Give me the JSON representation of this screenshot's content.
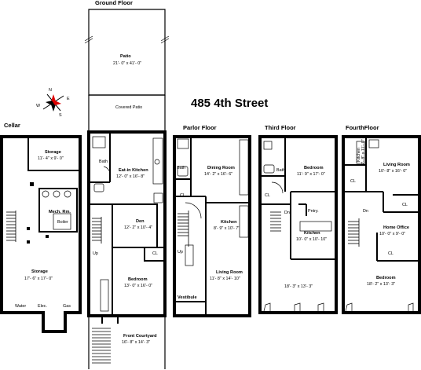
{
  "title": "485 4th Street",
  "compass": {
    "n": "N",
    "s": "S",
    "e": "E",
    "w": "W"
  },
  "ground_floor": {
    "title": "Ground Floor",
    "patio": {
      "name": "Patio",
      "dims": "21'- 0\" x 41'- 0\""
    },
    "covered_patio": "Covered Patio",
    "bath": "Bath",
    "eat_in_kitchen": {
      "name": "Eat-in Kitchen",
      "dims": "12'- 0\" x 16'- 8\""
    },
    "den": {
      "name": "Den",
      "dims": "12'- 2\" x 10'- 4\""
    },
    "bedroom": {
      "name": "Bedroom",
      "dims": "13'- 0\" x 16'- 0\""
    },
    "cl": "CL",
    "up": "Up",
    "front_courtyard": {
      "name": "Front Courtyard",
      "dims": "16'- 8\" x 14'- 3\""
    }
  },
  "cellar": {
    "title": "Cellar",
    "storage_top": {
      "name": "Storage",
      "dims": "11'- 4\" x 9'- 0\""
    },
    "mech": "Mech. Rm.",
    "boiler": "Boiler",
    "storage_main": {
      "name": "Storage",
      "dims": "17'- 6\" x 17'- 0\""
    },
    "water": "Water",
    "elec": "Elec.",
    "gas": "Gas"
  },
  "parlor_floor": {
    "title": "Parlor Floor",
    "bath": "Bath",
    "dining": {
      "name": "Dining Room",
      "dims": "14'- 2\" x 16'- 6\""
    },
    "cl": "CL",
    "kitchen": {
      "name": "Kitchen",
      "dims": "8'- 9\" x 10'- 7\""
    },
    "living": {
      "name": "Living Room",
      "dims": "11'- 8\" x 14'- 10\""
    },
    "up": "Up",
    "vestibule": "Vestibule"
  },
  "third_floor": {
    "title": "Third Floor",
    "bath": "Bath",
    "bedroom_top": {
      "name": "Bedroom",
      "dims": "11'- 9\" x 17'- 0\""
    },
    "cl": "CL",
    "dn": "Dn",
    "pntry": "Pntry.",
    "kitchen": {
      "name": "Kitchen",
      "dims": "10'- 0\" x 10'- 10\""
    },
    "room_dims": "18'- 3\" x 13'- 3\""
  },
  "fourth_floor": {
    "title": "FourthFloor",
    "kitchen": {
      "name": "Kitchen",
      "dims": "7'- 8\" x 11'- 0\""
    },
    "living": {
      "name": "Living Room",
      "dims": "10'- 8\" x 16'- 0\""
    },
    "cl": "CL",
    "dn": "Dn",
    "home_office": {
      "name": "Home Office",
      "dims": "10'- 0\" x 9'- 0\""
    },
    "bedroom": {
      "name": "Bedroom",
      "dims": "18'- 2\" x 13'- 3\""
    }
  }
}
